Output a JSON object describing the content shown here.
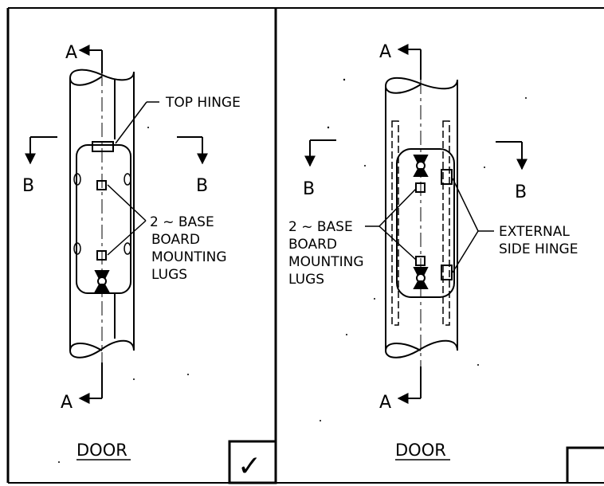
{
  "left_panel": {
    "section_a_top": "A",
    "section_a_bottom": "A",
    "section_b_left": "B",
    "section_b_right": "B",
    "callout_top_hinge": "TOP HINGE",
    "callout_lugs": [
      "2 ~ BASE",
      "BOARD",
      "MOUNTING",
      "LUGS"
    ],
    "caption": "DOOR",
    "checkbox_mark": "✓"
  },
  "right_panel": {
    "section_a_top": "A",
    "section_a_bottom": "A",
    "section_b_left": "B",
    "section_b_right": "B",
    "callout_lugs": [
      "2 ~ BASE",
      "BOARD",
      "MOUNTING",
      "LUGS"
    ],
    "callout_hinge": [
      "EXTERNAL",
      "SIDE HINGE"
    ],
    "caption": "DOOR"
  },
  "colors": {
    "ink": "#000000",
    "paper": "#ffffff"
  }
}
